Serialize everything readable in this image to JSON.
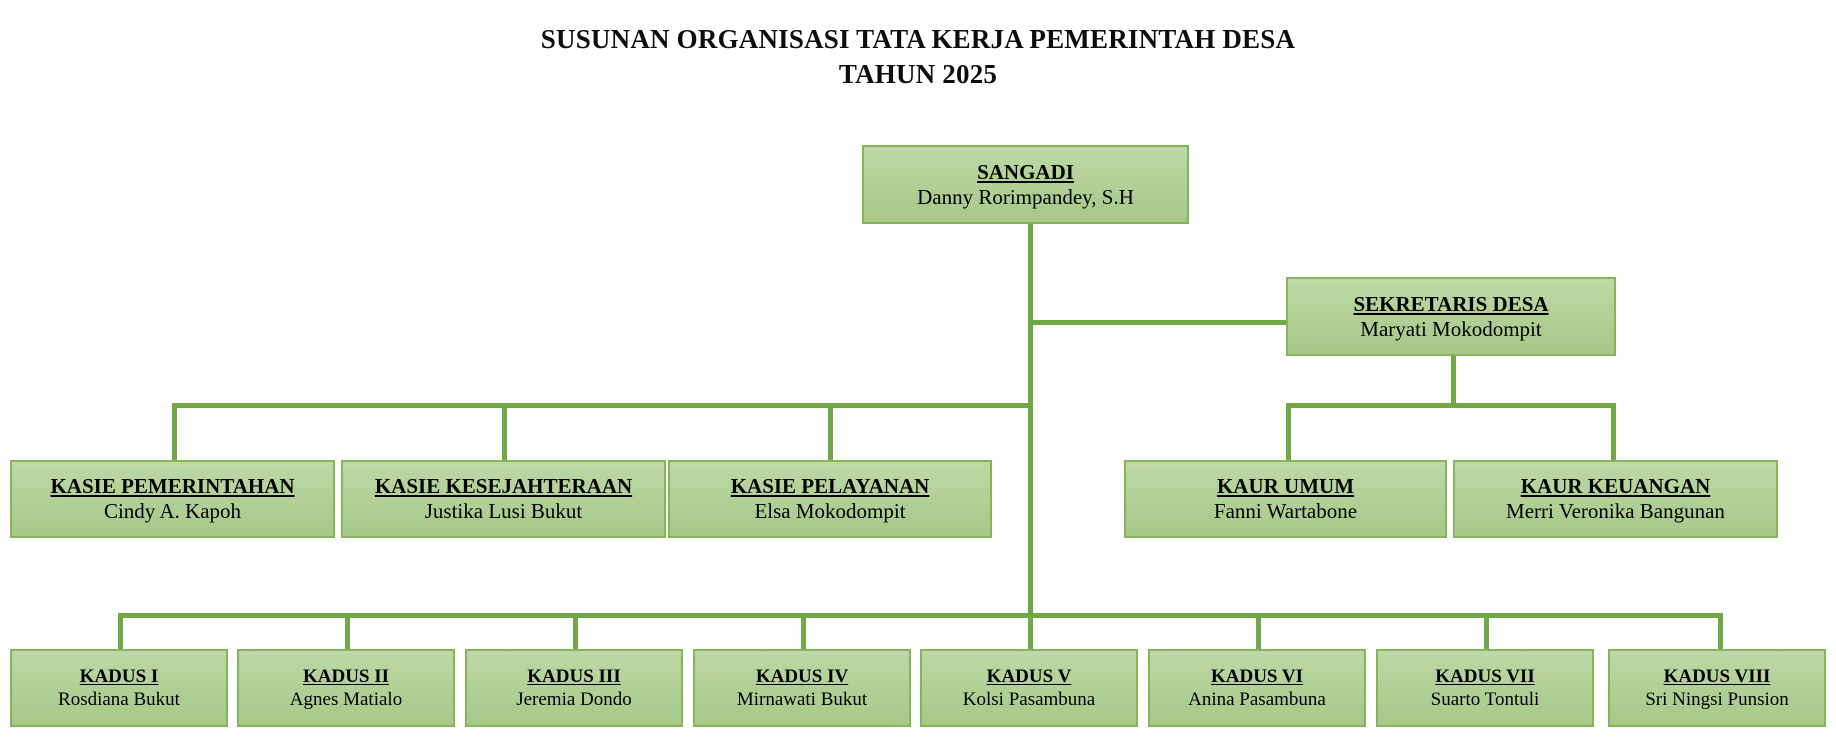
{
  "title": {
    "line1": "SUSUNAN ORGANISASI TATA KERJA PEMERINTAH DESA",
    "line2": "TAHUN 2025"
  },
  "colors": {
    "box_fill_top": "#bdd9a6",
    "box_fill_bottom": "#a6c98a",
    "box_border": "#86b45c",
    "connector": "#6fa844",
    "text": "#000000",
    "background": "#ffffff"
  },
  "nodes": {
    "head": {
      "role": "SANGADI",
      "person": "Danny Rorimpandey, S.H"
    },
    "secretary": {
      "role": "SEKRETARIS DESA",
      "person": "Maryati Mokodompit"
    },
    "kasie": [
      {
        "role": "KASIE PEMERINTAHAN",
        "person": "Cindy A. Kapoh"
      },
      {
        "role": "KASIE KESEJAHTERAAN",
        "person": "Justika Lusi Bukut"
      },
      {
        "role": "KASIE PELAYANAN",
        "person": "Elsa Mokodompit"
      }
    ],
    "kaur": [
      {
        "role": "KAUR UMUM",
        "person": "Fanni Wartabone"
      },
      {
        "role": "KAUR KEUANGAN",
        "person": "Merri Veronika Bangunan"
      }
    ],
    "kadus": [
      {
        "role": "KADUS I",
        "person": "Rosdiana Bukut"
      },
      {
        "role": "KADUS II",
        "person": "Agnes Matialo"
      },
      {
        "role": "KADUS III",
        "person": "Jeremia Dondo"
      },
      {
        "role": "KADUS IV",
        "person": "Mirnawati Bukut"
      },
      {
        "role": "KADUS V",
        "person": "Kolsi Pasambuna"
      },
      {
        "role": "KADUS VI",
        "person": "Anina Pasambuna"
      },
      {
        "role": "KADUS VII",
        "person": "Suarto Tontuli"
      },
      {
        "role": "KADUS VIII",
        "person": "Sri Ningsi Punsion"
      }
    ]
  }
}
